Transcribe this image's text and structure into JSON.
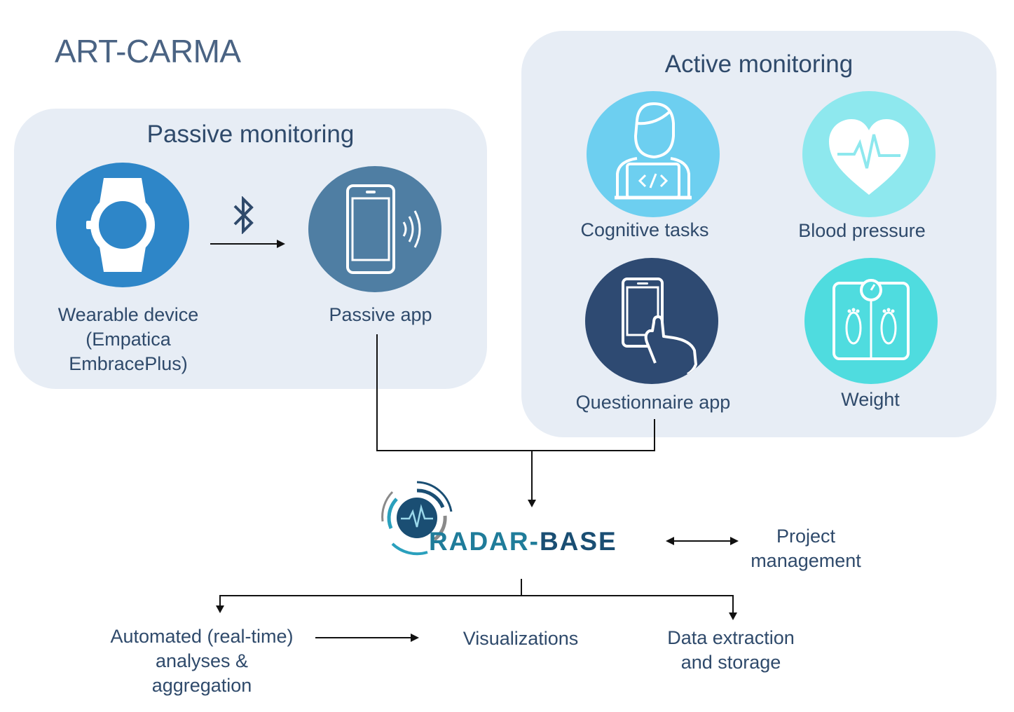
{
  "title": "ART-CARMA",
  "passive": {
    "title": "Passive monitoring",
    "wearable_lines": [
      "Wearable device",
      "(Empatica",
      "EmbracePlus)"
    ],
    "app_label": "Passive app",
    "colors": {
      "wearable": "#2e86c8",
      "app": "#4f7ea3",
      "panel": "#e7edf5"
    }
  },
  "active": {
    "title": "Active monitoring",
    "cognitive_label": "Cognitive tasks",
    "bp_label": "Blood pressure",
    "questionnaire_label": "Questionnaire app",
    "weight_label": "Weight",
    "colors": {
      "cognitive": "#6dcff0",
      "bp": "#8ee8ee",
      "questionnaire": "#2e4a72",
      "weight": "#4fdcdf"
    }
  },
  "logo": {
    "left": "RADAR",
    "dash": "-",
    "right": "BASE",
    "colors": {
      "left": "#1f7c9a",
      "right": "#1a4e73"
    }
  },
  "project_management_lines": [
    "Project",
    "management"
  ],
  "outputs": {
    "automated_lines": [
      "Automated (real-time)",
      "analyses &",
      "aggregation"
    ],
    "visualizations": "Visualizations",
    "data_lines": [
      "Data extraction",
      "and storage"
    ]
  },
  "icons": [
    "watch-icon",
    "bluetooth-icon",
    "phone-signal-icon",
    "person-laptop-icon",
    "heart-pulse-icon",
    "phone-touch-icon",
    "scale-icon",
    "radar-base-logo"
  ]
}
